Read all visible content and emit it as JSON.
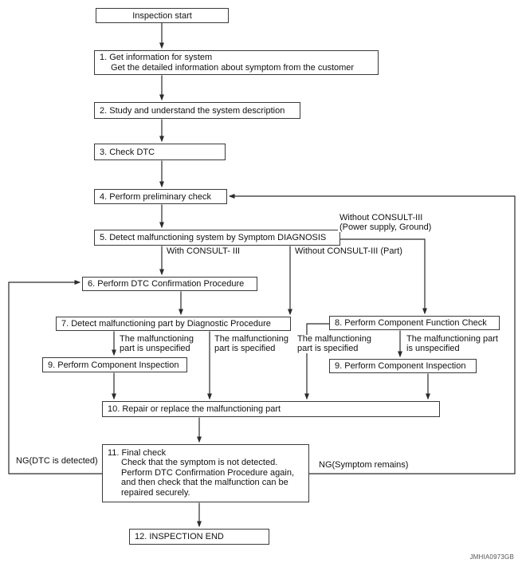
{
  "diagram": {
    "nodes": {
      "start": {
        "label": "Inspection start"
      },
      "n1": {
        "line1": "1. Get information for system",
        "line2": "Get the detailed information about symptom from the customer"
      },
      "n2": {
        "label": "2. Study and understand the system description"
      },
      "n3": {
        "label": "3. Check DTC"
      },
      "n4": {
        "label": "4. Perform preliminary check"
      },
      "n5": {
        "label": "5. Detect malfunctioning system by Symptom DIAGNOSIS"
      },
      "n6": {
        "label": "6. Perform DTC Confirmation Procedure"
      },
      "n7": {
        "label": "7. Detect malfunctioning part by Diagnostic Procedure"
      },
      "n8": {
        "label": "8. Perform Component Function Check"
      },
      "n9_left": {
        "label": "9. Perform Component Inspection"
      },
      "n9_right": {
        "label": "9. Perform Component Inspection"
      },
      "n10": {
        "label": "10. Repair or replace the malfunctioning part"
      },
      "n11": {
        "line1": "11. Final check",
        "line2": "Check that the symptom is not detected.",
        "line3": "Perform DTC Confirmation Procedure again,",
        "line4": "and then check that the malfunction can be",
        "line5": "repaired securely."
      },
      "n12": {
        "label": "12. INSPECTION END"
      }
    },
    "edge_labels": {
      "with_consult": "With CONSULT- III",
      "without_consult_part": "Without CONSULT-III (Part)",
      "without_consult_power_l1": "Without CONSULT-III",
      "without_consult_power_l2": "(Power supply, Ground)",
      "n7_left_l1": "The malfunctioning",
      "n7_left_l2": "part is unspecified",
      "n7_right_l1": "The malfunctioning",
      "n7_right_l2": "part is specified",
      "n8_left_l1": "The malfunctioning",
      "n8_left_l2": "part is specified",
      "n8_right_l1": "The malfunctioning part",
      "n8_right_l2": "is unspecified",
      "ng_left": "NG(DTC is detected)",
      "ng_right": "NG(Symptom remains)"
    },
    "watermark": "JMHIA0973GB",
    "colors": {
      "background": "#ffffff",
      "line": "#2b2b2b",
      "box_border": "#3a3a3a",
      "text": "#111111",
      "watermark_text": "#555555"
    }
  }
}
